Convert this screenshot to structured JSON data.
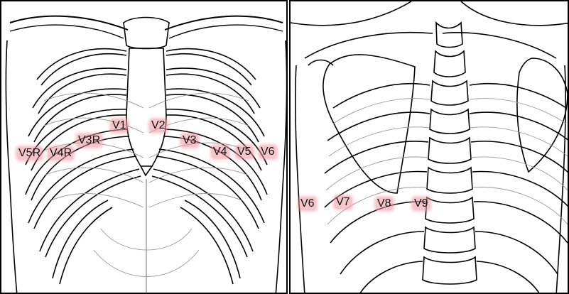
{
  "colors": {
    "lead_highlight": "#ec96a0",
    "outline": "#000000",
    "hatch": "#9a9a9a"
  },
  "front_view": {
    "leads": {
      "v1": "V1",
      "v2": "V2",
      "v3": "V3",
      "v3r": "V3R",
      "v4": "V4",
      "v4r": "V4R",
      "v5": "V5",
      "v5r": "V5R",
      "v6": "V6"
    }
  },
  "back_view": {
    "leads": {
      "v6": "V6",
      "v7": "V7",
      "v8": "V8",
      "v9": "V9"
    }
  }
}
